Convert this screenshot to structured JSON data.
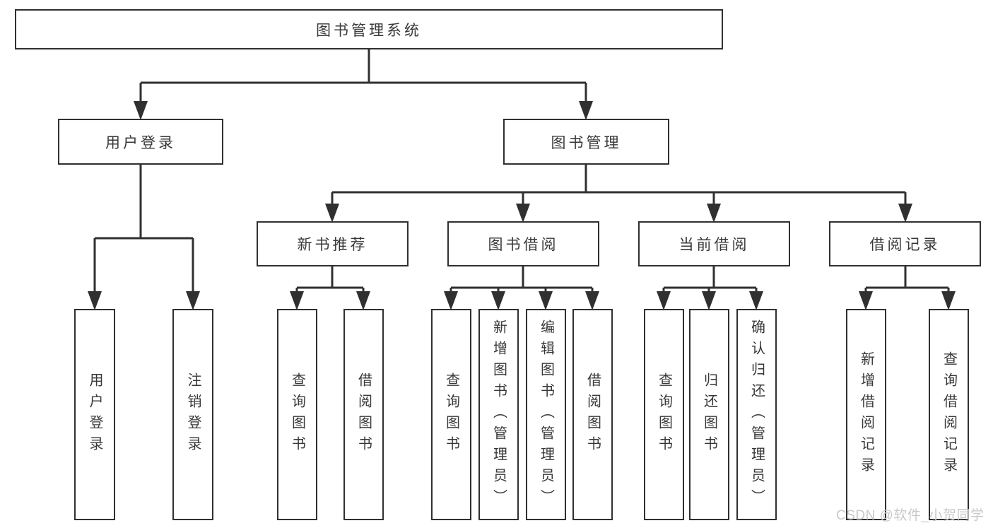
{
  "diagram": {
    "root": {
      "label": "图书管理系统"
    },
    "branches": [
      {
        "label": "用户登录",
        "children": [
          {
            "label": "用户登录"
          },
          {
            "label": "注销登录"
          }
        ]
      },
      {
        "label": "图书管理",
        "children": [
          {
            "label": "新书推荐",
            "children": [
              {
                "label": "查询图书"
              },
              {
                "label": "借阅图书"
              }
            ]
          },
          {
            "label": "图书借阅",
            "children": [
              {
                "label": "查询图书"
              },
              {
                "label": "新增图书（管理员）"
              },
              {
                "label": "编辑图书（管理员）"
              },
              {
                "label": "借阅图书"
              }
            ]
          },
          {
            "label": "当前借阅",
            "children": [
              {
                "label": "查询图书"
              },
              {
                "label": "归还图书"
              },
              {
                "label": "确认归还（管理员）"
              }
            ]
          },
          {
            "label": "借阅记录",
            "children": [
              {
                "label": "新增借阅记录"
              },
              {
                "label": "查询借阅记录"
              }
            ]
          }
        ]
      }
    ]
  },
  "watermark": {
    "text": "CSDN @软件_小贺同学"
  },
  "colors": {
    "line": "#303030",
    "box_border": "#303030",
    "text": "#383838",
    "box_background": "#ffffff",
    "watermark": "#c9c9c9"
  }
}
